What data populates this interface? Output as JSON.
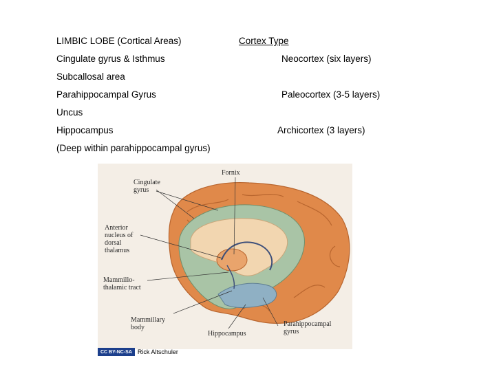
{
  "header": {
    "left": "LIMBIC LOBE (Cortical Areas)",
    "right": "Cortex Type"
  },
  "rows": [
    {
      "area": "Cingulate gyrus & Isthmus",
      "type": "Neocortex (six layers)"
    },
    {
      "area": "Subcallosal area",
      "type": ""
    },
    {
      "area": "Parahippocampal Gyrus",
      "type": "Paleocortex (3-5 layers)"
    },
    {
      "area": "Uncus",
      "type": ""
    },
    {
      "area": "Hippocampus",
      "type": "Archicortex (3 layers)"
    },
    {
      "area": "(Deep within parahippocampal gyrus)",
      "type": ""
    }
  ],
  "figure": {
    "labels": {
      "fornix": "Fornix",
      "cingulate_1": "Cingulate",
      "cingulate_2": "gyrus",
      "anterior_1": "Anterior",
      "anterior_2": "nucleus of",
      "anterior_3": "dorsal",
      "anterior_4": "thalamus",
      "mammillothalamic_1": "Mammillo-",
      "mammillothalamic_2": "thalamic tract",
      "mammillary_1": "Mammillary",
      "mammillary_2": "body",
      "hippocampus": "Hippocampus",
      "parahippocampal_1": "Parahippocampal",
      "parahippocampal_2": "gyrus"
    },
    "colors": {
      "cortex_orange": "#e0894a",
      "limbic_green": "#a9c4a6",
      "inner_tan": "#f2d6b0",
      "hippocampus_blue": "#8fb0c4"
    }
  },
  "footer": {
    "badge": "CC BY-NC-SA",
    "credit": "Rick Altschuler"
  }
}
